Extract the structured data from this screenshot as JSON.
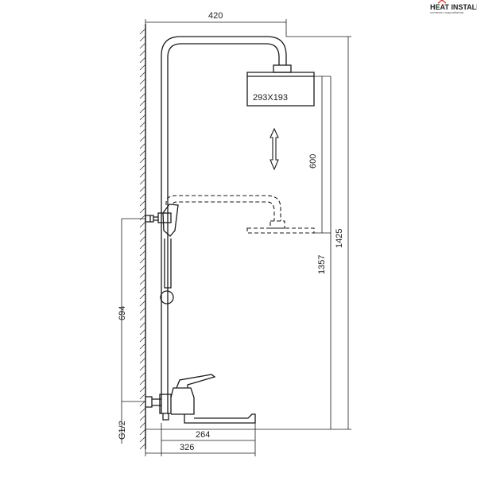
{
  "logo": {
    "brand": "HEAT INSTALL",
    "tagline": "отопление и водоснабжение",
    "accent_color": "#d8281c",
    "brand_color": "#1d3f82"
  },
  "dimensions": {
    "top_width": "420",
    "head_size": "293X193",
    "height_adjust": "600",
    "total_height": "1425",
    "head_height": "1357",
    "mixer_height": "694",
    "thread": "G1/2",
    "spout_length": "264",
    "overall_reach": "326"
  },
  "colors": {
    "line": "#1a1a1a",
    "hatch": "#444444"
  }
}
